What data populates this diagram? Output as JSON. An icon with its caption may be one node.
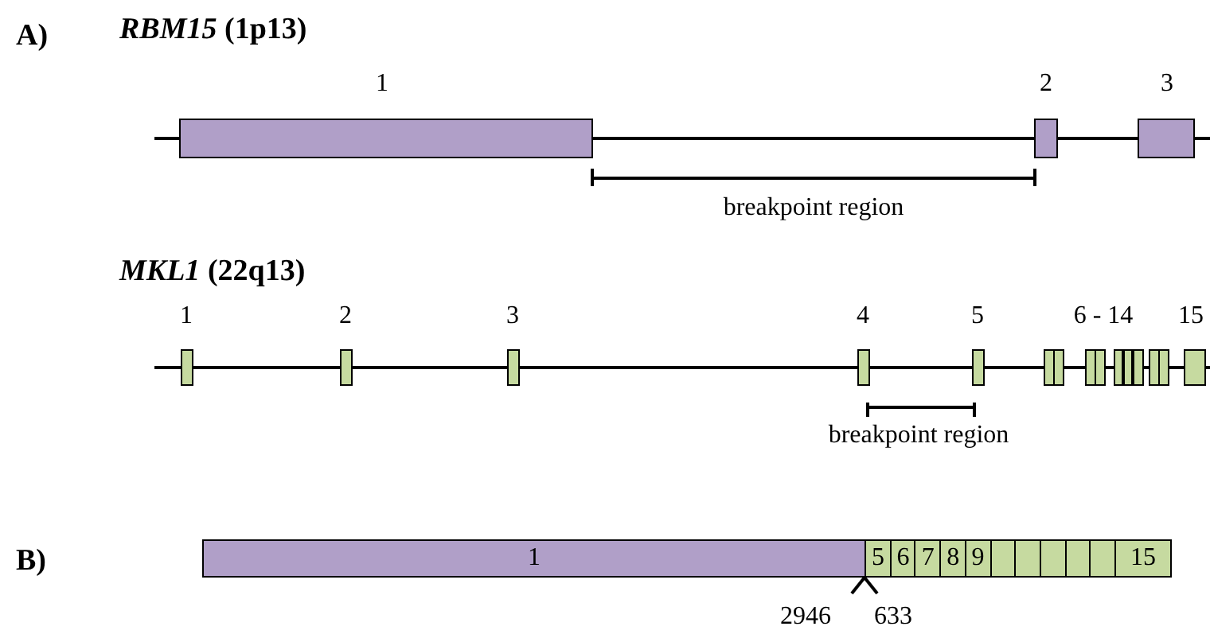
{
  "diagram": {
    "nodes": [
      {
        "text": [
          "1"
        ]
      },
      {
        "text": [
          "5"
        ]
      },
      {
        "text": [
          "6"
        ]
      },
      {
        "text": [
          "7"
        ]
      },
      {
        "text": [
          "8"
        ]
      },
      {
        "text": [
          "9"
        ]
      },
      {
        "text": [],
        "shape": "box"
      },
      {
        "text": [],
        "shape": "box"
      },
      {
        "text": [],
        "shape": "box"
      },
      {
        "text": [],
        "shape": "box"
      },
      {
        "text": [],
        "shape": "box"
      },
      {
        "text": [
          "15"
        ]
      }
    ],
    "labels": [
      "A)",
      "*RBM15* (1p13)",
      "1",
      "2",
      "3",
      "breakpoint region",
      "*MKL1* (22q13)",
      "1",
      "2",
      "3",
      "4",
      "5",
      "6 - 14",
      "15",
      "breakpoint region",
      "B)",
      "2946",
      "633"
    ]
  }
}
